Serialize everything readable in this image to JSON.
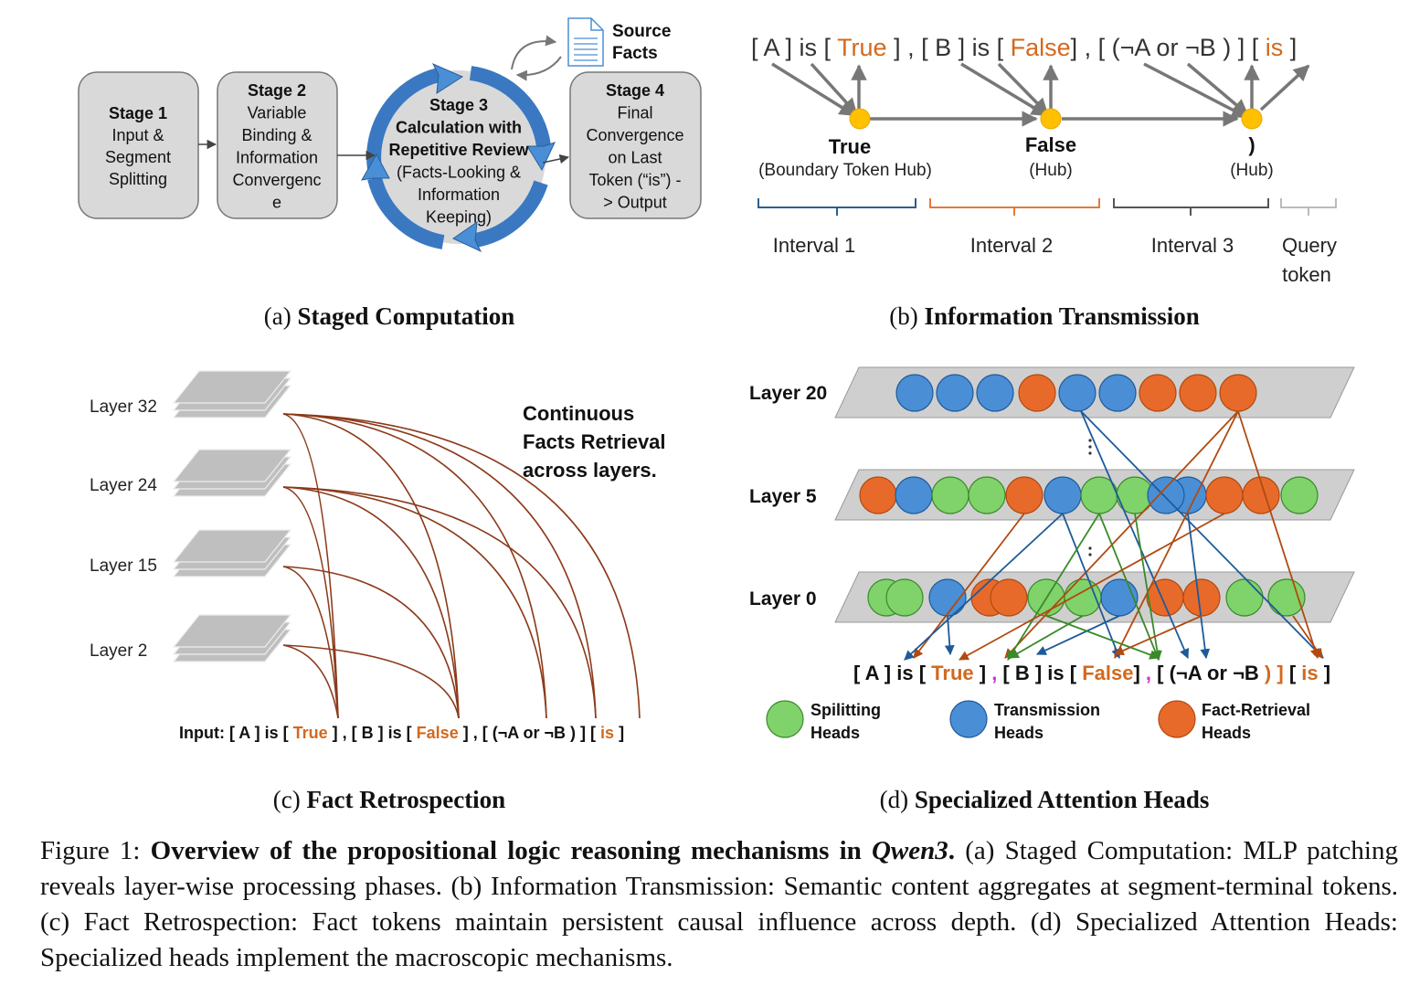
{
  "panel_a": {
    "caption_letter": "(a)",
    "caption_title": "Staged Computation",
    "stages": [
      {
        "title": "Stage 1",
        "lines": [
          "Input &",
          "Segment",
          "Splitting"
        ]
      },
      {
        "title": "Stage 2",
        "lines": [
          "Variable",
          "Binding &",
          "Information",
          "Convergenc",
          "e"
        ]
      },
      {
        "title": "Stage 3",
        "bold_lines": [
          "Calculation with",
          "Repetitive Review"
        ],
        "lines": [
          "(Facts-Looking &",
          "Information",
          "Keeping)"
        ]
      },
      {
        "title": "Stage 4",
        "lines": [
          "Final",
          "Convergence",
          "on Last",
          "Token (“is”) -",
          "> Output"
        ]
      }
    ],
    "source_facts": [
      "Source",
      "Facts"
    ]
  },
  "panel_b": {
    "caption_letter": "(b)",
    "caption_title": "Information Transmission",
    "sequence": [
      {
        "t": "[ A ] is [ ",
        "c": "#333333"
      },
      {
        "t": "True",
        "c": "#d2691e"
      },
      {
        "t": " ] , [ B ] is [ ",
        "c": "#333333"
      },
      {
        "t": "False",
        "c": "#d2691e"
      },
      {
        "t": "] , [ (¬A or ¬B ) ] [ ",
        "c": "#333333"
      },
      {
        "t": "is",
        "c": "#d2691e"
      },
      {
        "t": " ]",
        "c": "#333333"
      }
    ],
    "hubs": [
      {
        "token": "True",
        "sub": "(Boundary Token Hub)"
      },
      {
        "token": "False",
        "sub": "(Hub)"
      },
      {
        "token": ")",
        "sub": "(Hub)"
      }
    ],
    "intervals": [
      {
        "label": "Interval 1",
        "color": "#2e5f8a"
      },
      {
        "label": "Interval 2",
        "color": "#e07b39"
      },
      {
        "label": "Interval 3",
        "color": "#555555"
      },
      {
        "label": "Query",
        "label2": "token",
        "color": "#bbbbbb"
      }
    ]
  },
  "panel_c": {
    "caption_letter": "(c)",
    "caption_title": "Fact Retrospection",
    "layers": [
      "Layer 32",
      "Layer 24",
      "Layer 15",
      "Layer 2"
    ],
    "annotation": [
      "Continuous",
      "Facts Retrieval",
      "across layers."
    ],
    "input_prefix": "Input: ",
    "input_parts": [
      {
        "t": "[ A ] is [ ",
        "c": "#111111"
      },
      {
        "t": "True",
        "c": "#d2691e"
      },
      {
        "t": " ] , [ B ] is [ ",
        "c": "#111111"
      },
      {
        "t": "False",
        "c": "#d2691e"
      },
      {
        "t": " ] , [ (¬A or ¬B ) ] [ ",
        "c": "#111111"
      },
      {
        "t": "is",
        "c": "#d2691e"
      },
      {
        "t": " ]",
        "c": "#111111"
      }
    ]
  },
  "panel_d": {
    "caption_letter": "(d)",
    "caption_title": "Specialized Attention Heads",
    "layers": [
      "Layer 20",
      "Layer 5",
      "Layer 0"
    ],
    "colors": {
      "split": "#7fd36a",
      "trans": "#4a8fd6",
      "fact": "#e86a2a",
      "split_edge": "#3a8a2a",
      "trans_edge": "#1e5a9a",
      "fact_edge": "#b04a10"
    },
    "sequence": [
      {
        "t": "[ A ] is [ ",
        "c": "#111111"
      },
      {
        "t": "True",
        "c": "#d2691e"
      },
      {
        "t": " ] ",
        "c": "#111111"
      },
      {
        "t": ",",
        "c": "#d030d0"
      },
      {
        "t": " [ B ] is [ ",
        "c": "#111111"
      },
      {
        "t": "False",
        "c": "#d2691e"
      },
      {
        "t": "] ",
        "c": "#111111"
      },
      {
        "t": ",",
        "c": "#d030d0"
      },
      {
        "t": " [ (¬A or ¬B ",
        "c": "#111111"
      },
      {
        "t": ")",
        "c": "#d2691e"
      },
      {
        "t": " ] ",
        "c": "#d2691e"
      },
      {
        "t": "[ ",
        "c": "#111111"
      },
      {
        "t": "is",
        "c": "#d2691e"
      },
      {
        "t": " ]",
        "c": "#111111"
      }
    ],
    "legend": [
      {
        "l1": "Spilitting",
        "l2": "Heads",
        "kind": "split"
      },
      {
        "l1": "Transmission",
        "l2": "Heads",
        "kind": "trans"
      },
      {
        "l1": "Fact-Retrieval",
        "l2": "Heads",
        "kind": "fact"
      }
    ]
  },
  "caption": {
    "prefix": "Figure 1: ",
    "bold": "Overview of the propositional logic reasoning mechanisms in ",
    "bold_italic": "Qwen3",
    "bold_end": ".",
    "rest": " (a) Staged Computation: MLP patching reveals layer-wise processing phases. (b) Information Transmission: Semantic content aggregates at segment-terminal tokens. (c) Fact Retrospection: Fact tokens maintain persistent causal influence across depth. (d) Specialized Attention Heads: Specialized heads implement the macroscopic mechanisms."
  }
}
